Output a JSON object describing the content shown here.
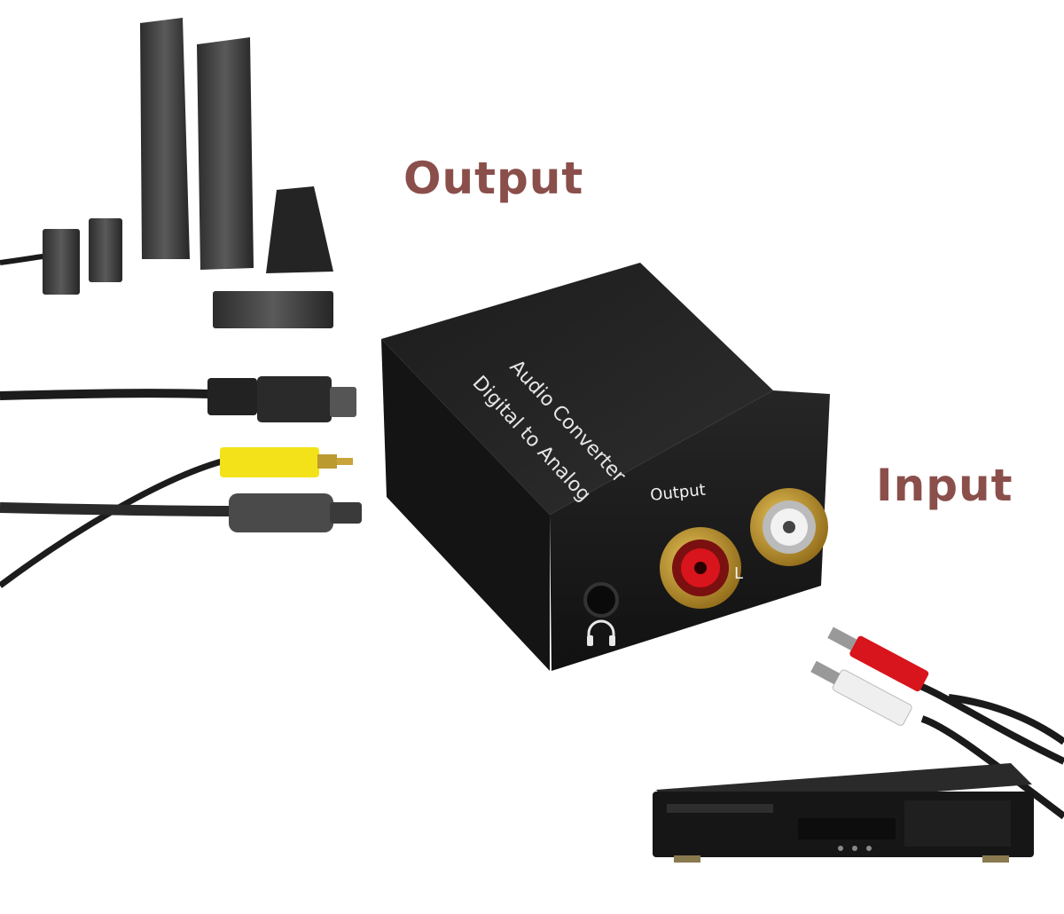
{
  "callouts": {
    "output": "Output",
    "input": "Input"
  },
  "device": {
    "top_text_line1": "Digital to Analog",
    "top_text_line2": "Audio Converter",
    "front_label": "Output",
    "channel_label": "L",
    "headphone_icon": "headphone-icon"
  },
  "colors": {
    "callout_text": "#8a4f4b",
    "device_body": "#1b1b1b",
    "rca_red": "#d8141c",
    "rca_white": "#f2f2f2",
    "rca_yellow": "#f3e21a",
    "gold": "#c89a2a"
  }
}
